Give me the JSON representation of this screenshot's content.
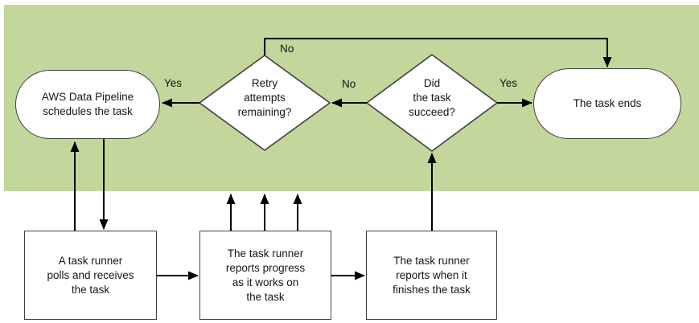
{
  "diagram": {
    "nodes": {
      "schedule_task": "AWS Data Pipeline\nschedules the task",
      "retry_attempts": "Retry\nattempts\nremaining?",
      "task_succeed": "Did\nthe task\nsucceed?",
      "task_ends": "The task ends",
      "poll_task": "A task runner\npolls and receives\nthe task",
      "report_progress": "The task runner\nreports progress\nas it works on\nthe task",
      "report_finish": "The task runner\nreports when it\nfinishes the task"
    },
    "edge_labels": {
      "retry_yes": "Yes",
      "retry_no": "No",
      "succeed_no": "No",
      "succeed_yes": "Yes"
    },
    "colors": {
      "band": "#c3d69b",
      "node_fill": "#ffffff",
      "node_border": "#404040",
      "line": "#000000",
      "text": "#15151d"
    }
  }
}
